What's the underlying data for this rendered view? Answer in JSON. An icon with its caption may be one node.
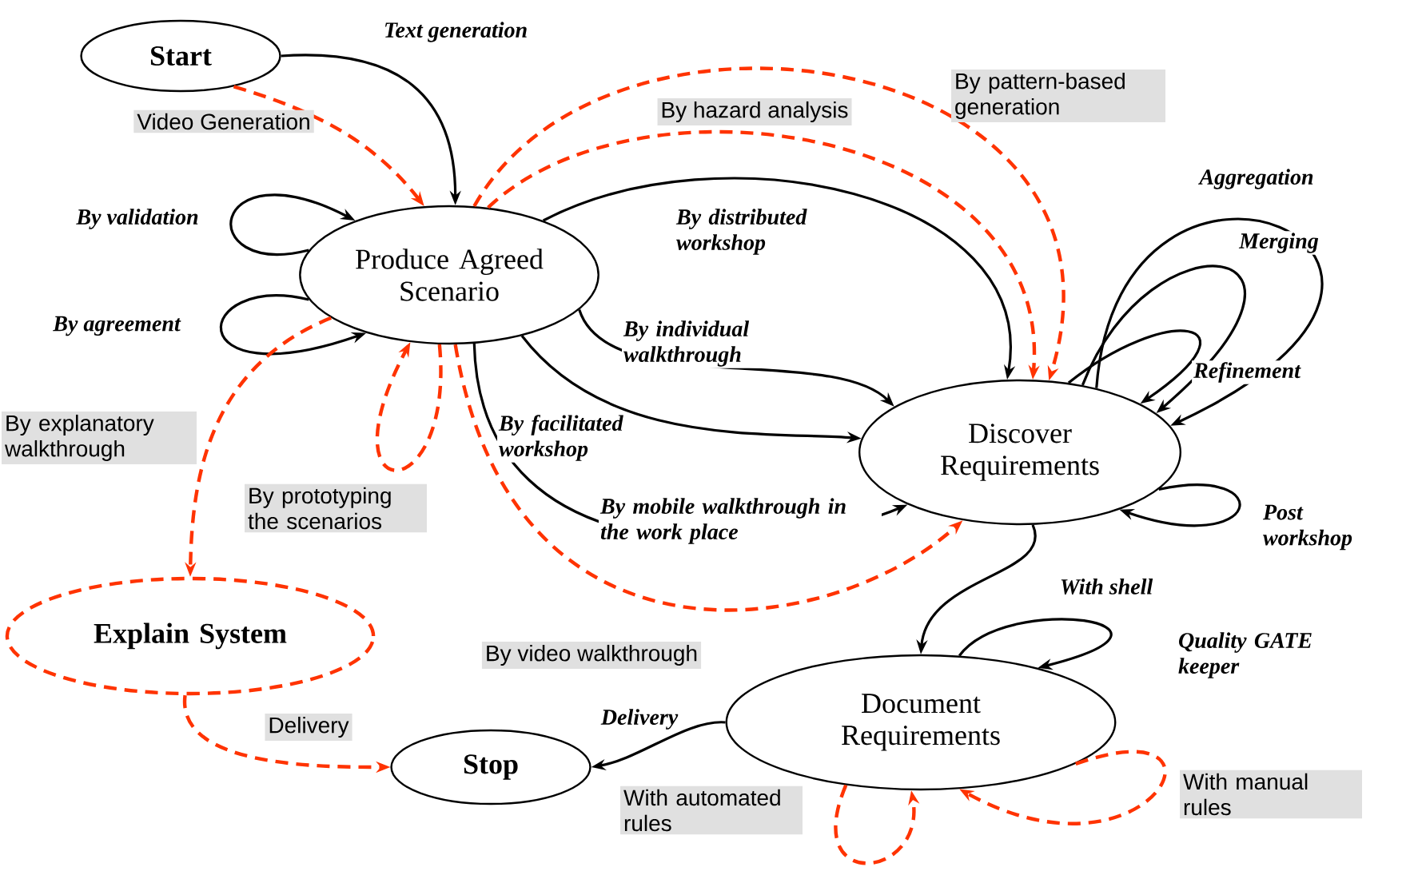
{
  "diagram": {
    "nodes": [
      {
        "text": [
          "Start"
        ]
      },
      {
        "text": [
          "Produce Agreed Scenario"
        ]
      },
      {
        "text": [
          "Discover Requirements"
        ]
      },
      {
        "text": [
          "Explain System"
        ]
      },
      {
        "text": [
          "Document Requirements"
        ]
      },
      {
        "text": [
          "Stop"
        ]
      }
    ],
    "edges": [
      {
        "from": 0,
        "to": 1,
        "arrow": "to",
        "label": "Text generation"
      },
      {
        "from": 0,
        "to": 1,
        "arrow": "to",
        "label": "Video Generation",
        "style": "dashed",
        "color": "#ff3300"
      },
      {
        "from": 1,
        "to": 1,
        "arrow": "to",
        "label": "By validation"
      },
      {
        "from": 1,
        "to": 1,
        "arrow": "to",
        "label": "By agreement"
      },
      {
        "from": 1,
        "to": 1,
        "arrow": "to",
        "label": "By prototyping the scenarios",
        "style": "dashed",
        "color": "#ff3300"
      },
      {
        "from": 1,
        "to": 3,
        "arrow": "to",
        "label": "By explanatory walkthrough",
        "style": "dashed",
        "color": "#ff3300"
      },
      {
        "from": 1,
        "to": 2,
        "arrow": "to",
        "label": "By hazard analysis",
        "style": "dashed",
        "color": "#ff3300"
      },
      {
        "from": 1,
        "to": 2,
        "arrow": "to",
        "label": "By pattern-based generation",
        "style": "dashed",
        "color": "#ff3300"
      },
      {
        "from": 1,
        "to": 2,
        "arrow": "to",
        "label": "By distributed workshop"
      },
      {
        "from": 1,
        "to": 2,
        "arrow": "to",
        "label": "By individual walkthrough"
      },
      {
        "from": 1,
        "to": 2,
        "arrow": "to",
        "label": "By facilitated workshop"
      },
      {
        "from": 1,
        "to": 2,
        "arrow": "to",
        "label": "By mobile walkthrough in the work place"
      },
      {
        "from": 1,
        "to": 2,
        "arrow": "to",
        "label": "By video walkthrough",
        "style": "dashed",
        "color": "#ff3300"
      },
      {
        "from": 2,
        "to": 2,
        "arrow": "to",
        "label": "Aggregation"
      },
      {
        "from": 2,
        "to": 2,
        "arrow": "to",
        "label": "Merging"
      },
      {
        "from": 2,
        "to": 2,
        "arrow": "to",
        "label": "Refinement"
      },
      {
        "from": 2,
        "to": 2,
        "arrow": "to",
        "label": "Post workshop"
      },
      {
        "from": 2,
        "to": 4,
        "arrow": "to",
        "label": "With shell"
      },
      {
        "from": 4,
        "to": 4,
        "arrow": "to",
        "label": "Quality GATE keeper"
      },
      {
        "from": 4,
        "to": 4,
        "arrow": "to",
        "label": "With automated rules",
        "style": "dashed",
        "color": "#ff3300"
      },
      {
        "from": 4,
        "to": 4,
        "arrow": "to",
        "label": "With manual rules",
        "style": "dashed",
        "color": "#ff3300"
      },
      {
        "from": 4,
        "to": 5,
        "arrow": "to",
        "label": "Delivery"
      },
      {
        "from": 3,
        "to": 5,
        "arrow": "to",
        "label": "Delivery",
        "style": "dashed",
        "color": "#ff3300"
      }
    ]
  }
}
